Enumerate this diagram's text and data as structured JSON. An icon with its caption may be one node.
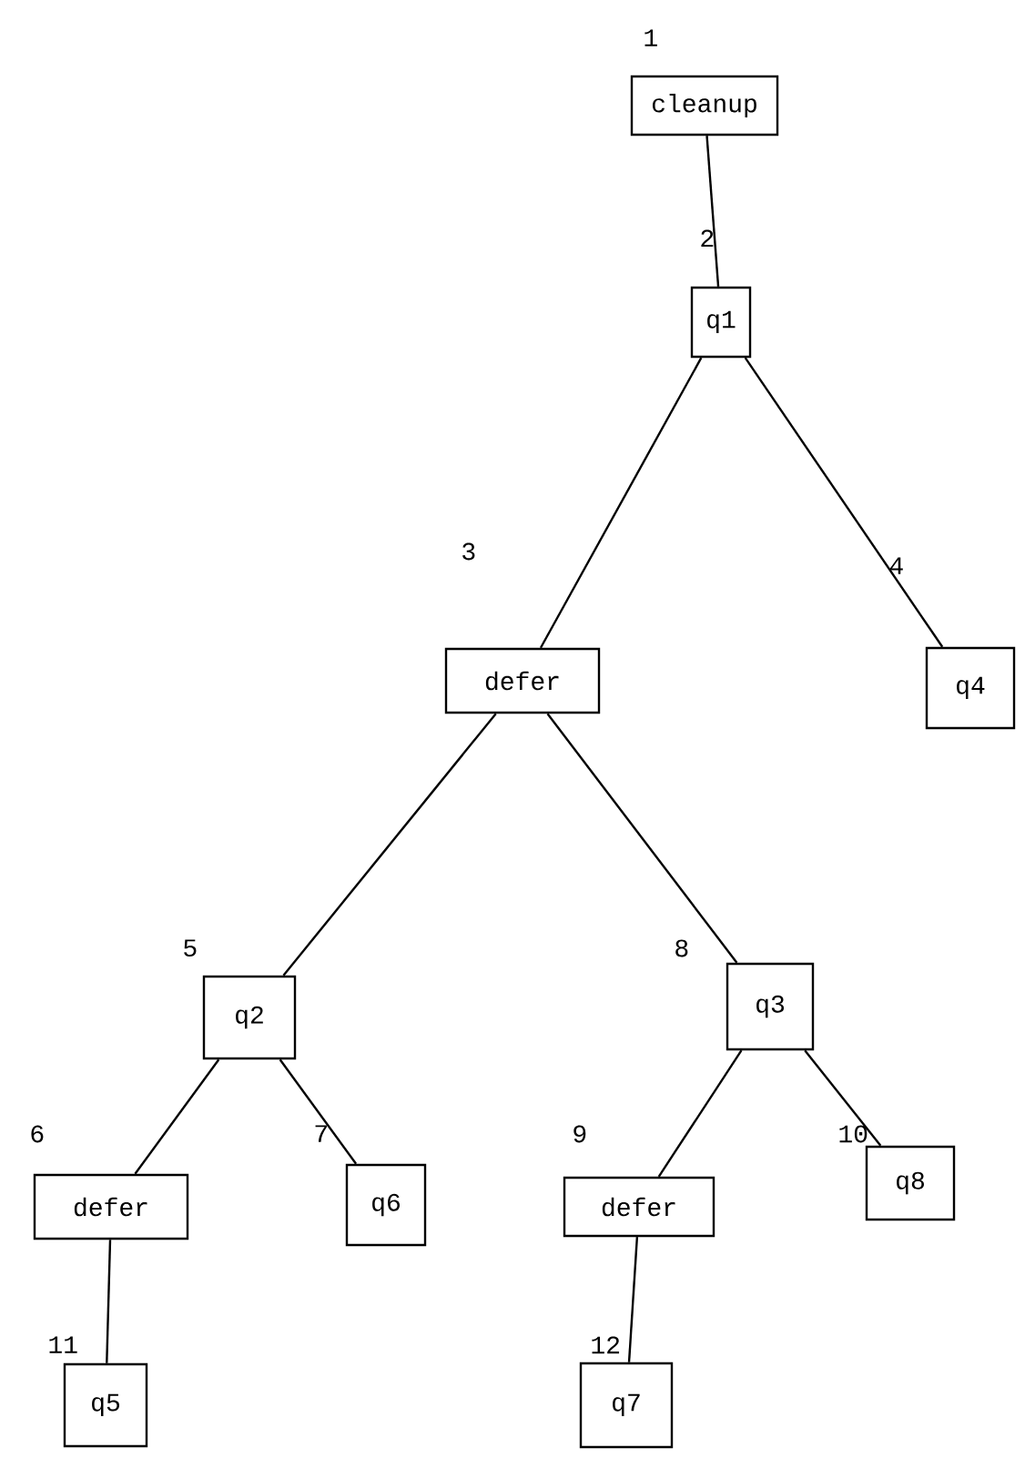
{
  "diagram": {
    "nodes": [
      {
        "text": [
          "cleanup"
        ],
        "beside": [
          "1"
        ]
      },
      {
        "text": [
          "q1"
        ],
        "beside": [
          "2"
        ]
      },
      {
        "text": [
          "defer"
        ],
        "beside": [
          "3"
        ]
      },
      {
        "text": [
          "q4"
        ],
        "beside": [
          "4"
        ]
      },
      {
        "text": [
          "q2"
        ],
        "beside": [
          "5"
        ]
      },
      {
        "text": [
          "defer"
        ],
        "beside": [
          "6"
        ]
      },
      {
        "text": [
          "q6"
        ],
        "beside": [
          "7"
        ]
      },
      {
        "text": [
          "q3"
        ],
        "beside": [
          "8"
        ]
      },
      {
        "text": [
          "defer"
        ],
        "beside": [
          "9"
        ]
      },
      {
        "text": [
          "q8"
        ],
        "beside": [
          "10"
        ]
      },
      {
        "text": [
          "q5"
        ],
        "beside": [
          "11"
        ]
      },
      {
        "text": [
          "q7"
        ],
        "beside": [
          "12"
        ]
      }
    ],
    "edges": [
      {
        "from": 0,
        "to": 1,
        "arrow": "none"
      },
      {
        "from": 1,
        "to": 2,
        "arrow": "none"
      },
      {
        "from": 1,
        "to": 3,
        "arrow": "none"
      },
      {
        "from": 2,
        "to": 4,
        "arrow": "none"
      },
      {
        "from": 2,
        "to": 7,
        "arrow": "none"
      },
      {
        "from": 4,
        "to": 5,
        "arrow": "none"
      },
      {
        "from": 4,
        "to": 6,
        "arrow": "none"
      },
      {
        "from": 7,
        "to": 8,
        "arrow": "none"
      },
      {
        "from": 7,
        "to": 9,
        "arrow": "none"
      },
      {
        "from": 5,
        "to": 10,
        "arrow": "none"
      },
      {
        "from": 8,
        "to": 11,
        "arrow": "none"
      }
    ]
  }
}
